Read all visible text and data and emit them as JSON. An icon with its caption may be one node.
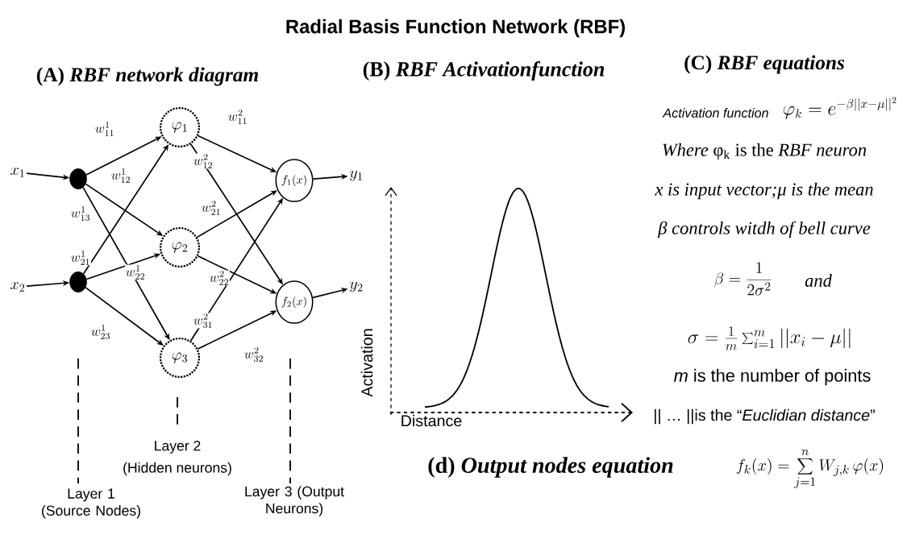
{
  "diagram": {
    "title": "Radial Basis Function Network (RBF)",
    "nodes": [
      {
        "text": [
          "x_1"
        ]
      },
      {
        "text": [],
        "shape": "circle"
      },
      {
        "text": [
          "x_2"
        ]
      },
      {
        "text": [],
        "shape": "circle"
      },
      {
        "text": [
          "\\varphi_1"
        ]
      },
      {
        "text": [
          "\\varphi_2"
        ]
      },
      {
        "text": [
          "\\varphi_3"
        ]
      },
      {
        "text": [
          "f_1(x)"
        ]
      },
      {
        "text": [
          "f_2(x)"
        ]
      },
      {
        "text": [
          "y_1"
        ]
      },
      {
        "text": [
          "y_2"
        ]
      }
    ],
    "edges": [
      {
        "from": 0,
        "to": 1,
        "arrow": "to"
      },
      {
        "from": 2,
        "to": 3,
        "arrow": "to"
      },
      {
        "from": 1,
        "to": 4,
        "arrow": "to",
        "label": "w^{1}_{11}"
      },
      {
        "from": 1,
        "to": 5,
        "arrow": "to",
        "label": "w^{1}_{12}"
      },
      {
        "from": 1,
        "to": 6,
        "arrow": "to",
        "label": "w^{1}_{13}"
      },
      {
        "from": 3,
        "to": 4,
        "arrow": "to",
        "label": "w^{1}_{21}"
      },
      {
        "from": 3,
        "to": 5,
        "arrow": "to",
        "label": "w^{1}_{22}"
      },
      {
        "from": 3,
        "to": 6,
        "arrow": "to",
        "label": "w^{1}_{23}"
      },
      {
        "from": 4,
        "to": 7,
        "arrow": "to",
        "label": "w^{2}_{11}"
      },
      {
        "from": 4,
        "to": 8,
        "arrow": "to",
        "label": "w^{2}_{12}"
      },
      {
        "from": 5,
        "to": 7,
        "arrow": "to",
        "label": "w^{2}_{21}"
      },
      {
        "from": 5,
        "to": 8,
        "arrow": "to",
        "label": "w^{2}_{22}"
      },
      {
        "from": 6,
        "to": 7,
        "arrow": "to",
        "label": "w^{2}_{31}"
      },
      {
        "from": 6,
        "to": 8,
        "arrow": "to",
        "label": "w^{2}_{32}"
      },
      {
        "from": 7,
        "to": 9,
        "arrow": "to"
      },
      {
        "from": 8,
        "to": 10,
        "arrow": "to"
      }
    ],
    "labels": [
      "(A) *RBF network diagram*",
      "(B) *RBF Activationfunction*",
      "(C) *RBF equations*",
      "Layer 2",
      "(Hidden neurons)",
      "Layer 1 (Source Nodes)",
      "Layer 3 (Output Neurons)",
      "Activation",
      "Distance",
      "Activation function",
      "\\varphi_k = e^{-\\beta||x-\\mu||^2}",
      "*Where* φ$_{k}$ is the *RBF neuron*",
      "x is input vector;μ is the mean",
      "β controls witdh of bell curve",
      "\\beta = \\frac{1}{2\\sigma^2}",
      "and",
      "\\sigma = \\frac{1}{m}\\sum_{i=1}^{m}||x_i-\\mu||",
      "*m* is the number of points",
      "|| … ||is the “*Euclidian distance*”",
      "(d) *Output nodes equation*",
      "f_k(x) = \\sum_{j=1}^{n} W_{j,k}\\,\\varphi(x)"
    ]
  }
}
